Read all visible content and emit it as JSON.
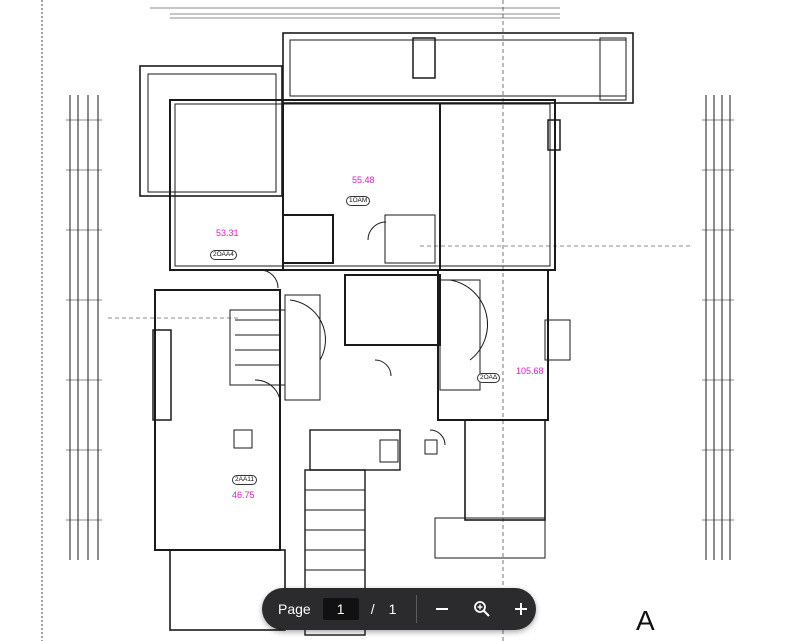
{
  "document": {
    "room_areas": [
      {
        "text": "55.48"
      },
      {
        "text": "53.31"
      },
      {
        "text": "105.68"
      },
      {
        "text": "46.75"
      }
    ],
    "unit_labels": [
      {
        "text": "1ΟΑΜ"
      },
      {
        "text": "2ΟΑΑ4"
      },
      {
        "text": "2ΟΑΔ"
      },
      {
        "text": "2ΑΑ11"
      }
    ],
    "sheet_letter": "A"
  },
  "toolbar": {
    "page_label": "Page",
    "current_page": "1",
    "separator": "/",
    "total_pages": "1",
    "zoom_out_icon": "minus-icon",
    "zoom_fit_icon": "magnifier-icon",
    "zoom_in_icon": "plus-icon"
  },
  "colors": {
    "area_text": "#e01ec6",
    "toolbar_bg": "#2b2b2e",
    "line": "#1a1a1a"
  }
}
